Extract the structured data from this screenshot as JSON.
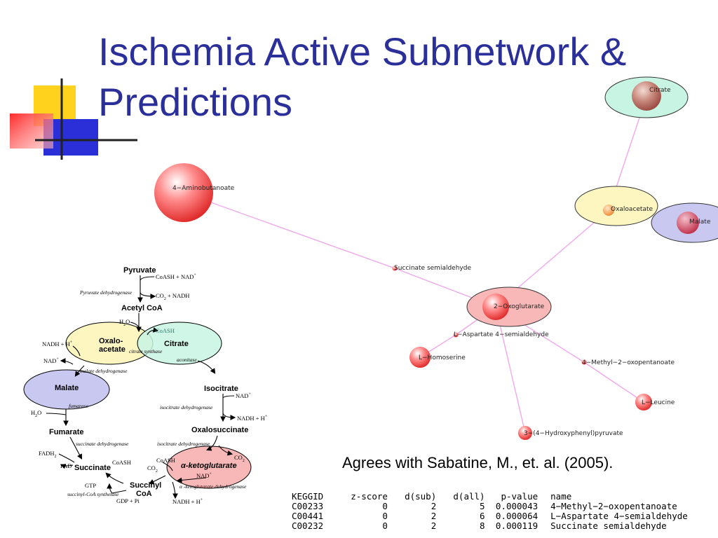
{
  "title": {
    "line1": "Ischemia Active Subnetwork &",
    "line2": "Predictions"
  },
  "colors": {
    "title": "#2b2f9a",
    "edge": "#f0a8ec",
    "oxaloacetate": "#fdf6c0",
    "citrate": "#c8f5e3",
    "malate": "#c8c8f0",
    "ketoglutarate": "#f9b8b8"
  },
  "network": {
    "nodes": [
      {
        "id": "citrate",
        "label": "Citrate"
      },
      {
        "id": "oxaloacetate",
        "label": "Oxaloacetate"
      },
      {
        "id": "malate",
        "label": "Malate"
      },
      {
        "id": "aminobutanoate",
        "label": "4−Aminobutanoate"
      },
      {
        "id": "succ_semi",
        "label": "Succinate semialdehyde"
      },
      {
        "id": "oxoglutarate",
        "label": "2−Oxoglutarate"
      },
      {
        "id": "asp_semi",
        "label": "L−Aspartate 4−semialdehyde"
      },
      {
        "id": "homoserine",
        "label": "L−Homoserine"
      },
      {
        "id": "methyl_oxo",
        "label": "4−Methyl−2−oxopentanoate"
      },
      {
        "id": "leucine",
        "label": "L−Leucine"
      },
      {
        "id": "hydroxyphenyl",
        "label": "3−(4−Hydroxyphenyl)pyruvate"
      }
    ]
  },
  "cycle": {
    "pyruvate": "Pyruvate",
    "coash_nad": "CoASH + NAD",
    "plus": "+",
    "pyruvate_dh": "Pyruvate dehydrogenase",
    "co2_nadh": "CO",
    "co2_nadh_sub": "2",
    "co2_nadh_rest": " + NADH",
    "acetyl_coa": "Acetyl CoA",
    "h2o": "H",
    "h2o_sub": "2",
    "h2o_rest": "O",
    "coash": "CoASH",
    "oxalo_line1": "Oxalo-",
    "oxalo_line2": "acetate",
    "citrate": "Citrate",
    "citrate_synthase": "citrate synthase",
    "nadh_h": "NADH + H",
    "nad": "NAD",
    "malate_dh": "malate dehydrogenase",
    "aconitase": "aconitase",
    "isocitrate": "Isocitrate",
    "malate": "Malate",
    "fumarase": "fumarase",
    "isocitrate_dh": "isocitrate dehydrogenase",
    "nadh_h2": "NADH + H",
    "fumarate": "Fumarate",
    "oxalosuccinate": "Oxalosuccinate",
    "succinate_dh": "succinate dehydrogenase",
    "isocitrate_dh2": "isocitrate dehydrogenase",
    "fadh2": "FADH",
    "fadh2_sub": "2",
    "coash2": "CoASH",
    "co2_2": "CO",
    "co2_2_sub": "2",
    "fad": "FAD",
    "succinate": "Succinate",
    "coash3": "CoASH",
    "co2_3": "CO",
    "co2_3_sub": "2",
    "ketoglutarate": "α-ketoglutarate",
    "nad3": "NAD",
    "gtp": "GTP",
    "succinyl_line1": "Succinyl",
    "succinyl_line2": "CoA",
    "keto_dh": "α -ketoglutarate dehydrogenase",
    "succinyl_synthetase": "succinyl-CoA synthetase",
    "gdp_pi": "GDP + Pi",
    "nadh_h3": "NADH + H"
  },
  "citation": "Agrees with Sabatine, M., et. al. (2005).",
  "predictions": {
    "columns": [
      "KEGGID",
      "z-score",
      "d(sub)",
      "d(all)",
      "p-value",
      "name"
    ],
    "rows": [
      [
        "C00233",
        "0",
        "2",
        "5",
        "0.000043",
        "4−Methyl−2−oxopentanoate"
      ],
      [
        "C00441",
        "0",
        "2",
        "6",
        "0.000064",
        "L−Aspartate 4−semialdehyde"
      ],
      [
        "C00232",
        "0",
        "2",
        "8",
        "0.000119",
        "Succinate semialdehyde"
      ]
    ]
  }
}
